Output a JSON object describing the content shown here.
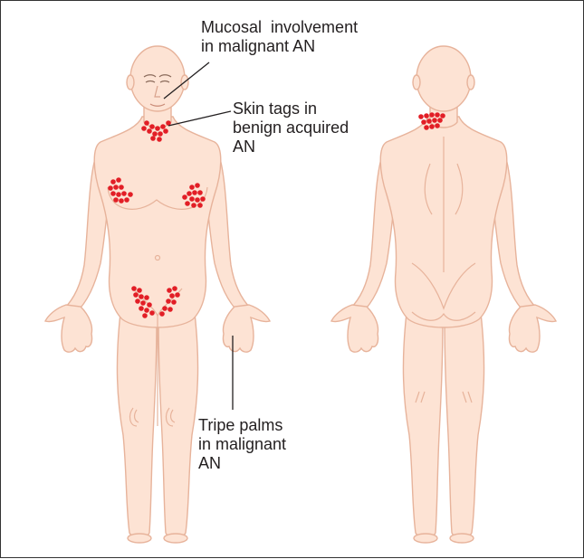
{
  "annotations": {
    "mucosal": [
      "Mucosal  involvement",
      "in malignant AN"
    ],
    "skin_tags": [
      "Skin tags in",
      "benign acquired",
      "AN"
    ],
    "tripe_palms": [
      "Tripe palms",
      "in malignant",
      "AN"
    ]
  },
  "colors": {
    "skin": "#fde3d4",
    "outline": "#e7b39b",
    "lesion": "#e21e26",
    "leader_line": "#231f20"
  },
  "icons": [
    "front-body-figure",
    "back-body-figure"
  ]
}
